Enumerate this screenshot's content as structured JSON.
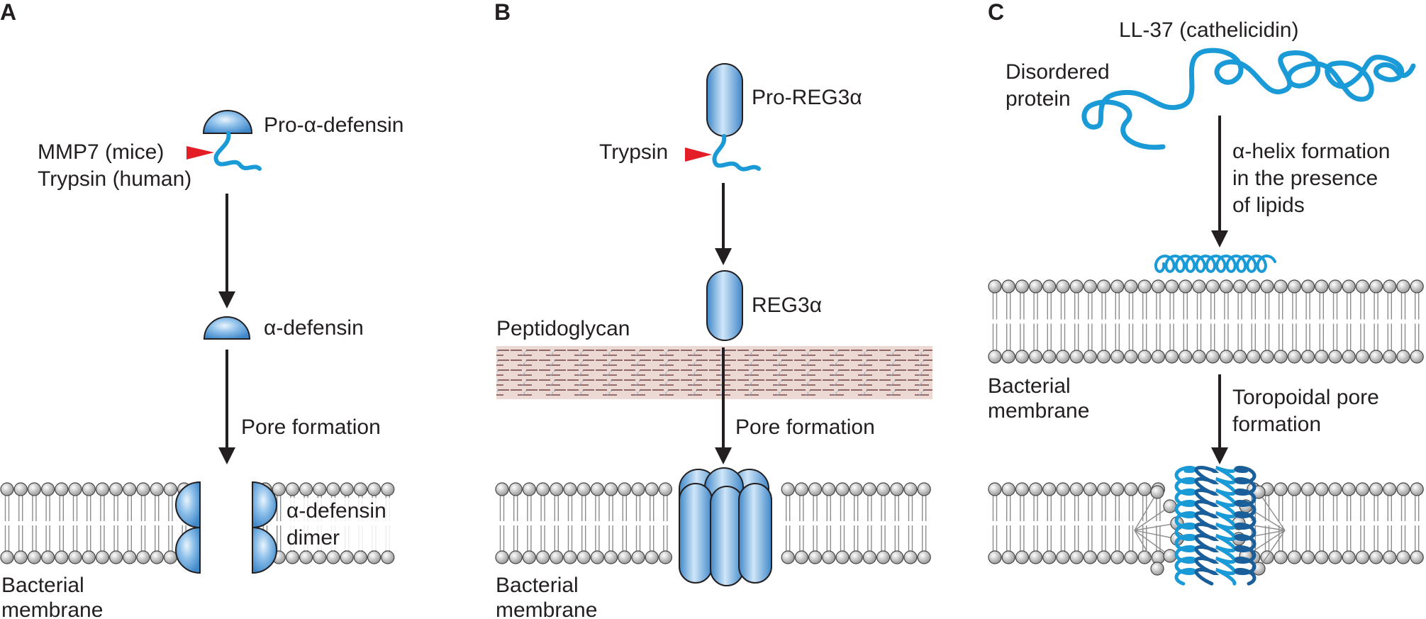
{
  "colors": {
    "protein_blue": "#5b9bd5",
    "protein_dark": "#2d6fae",
    "chain_blue": "#1a9ad6",
    "helix_dark": "#1b5f9a",
    "protease_red": "#e41e26",
    "lipid_head": "#bdbdbd",
    "lipid_tail": "#8c8c8c",
    "peptidoglycan_bg": "#ecd9d3",
    "arrow": "#231f20"
  },
  "panel_a": {
    "letter": "A",
    "pro_label": "Pro-α-defensin",
    "protease_line1": "MMP7 (mice)",
    "protease_line2": "Trypsin (human)",
    "mature_label": "α-defensin",
    "step_label": "Pore formation",
    "dimer_line1": "α-defensin",
    "dimer_line2": "dimer",
    "membrane_line1": "Bacterial",
    "membrane_line2": "membrane"
  },
  "panel_b": {
    "letter": "B",
    "pro_label": "Pro-REG3α",
    "protease_label": "Trypsin",
    "mature_label": "REG3α",
    "pg_label": "Peptidoglycan",
    "step_label": "Pore formation",
    "membrane_line1": "Bacterial",
    "membrane_line2": "membrane"
  },
  "panel_c": {
    "letter": "C",
    "peptide_label": "LL-37 (cathelicidin)",
    "disordered_line1": "Disordered",
    "disordered_line2": "protein",
    "helix_line1": "α-helix formation",
    "helix_line2": "in the presence",
    "helix_line3": "of lipids",
    "membrane_line1": "Bacterial",
    "membrane_line2": "membrane",
    "pore_line1": "Toropoidal pore",
    "pore_line2": "formation"
  }
}
